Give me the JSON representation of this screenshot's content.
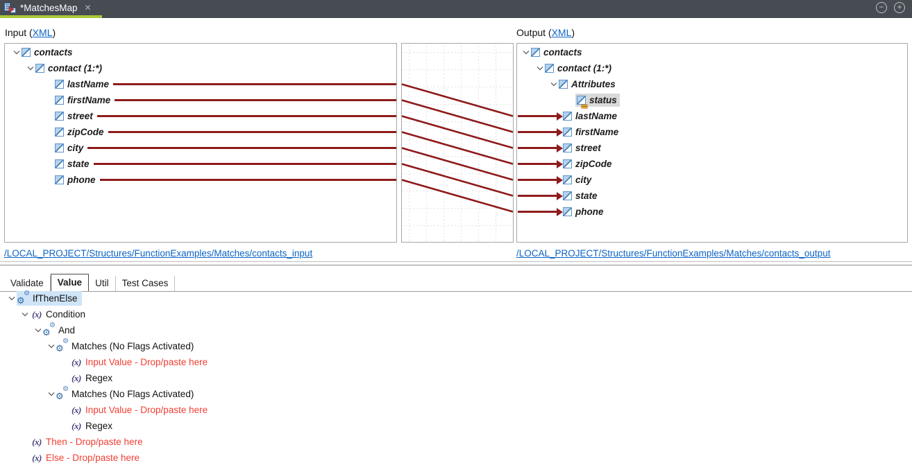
{
  "titlebar": {
    "tab_title": "*MatchesMap",
    "close_glyph": "✕",
    "zoom_out_glyph": "−",
    "zoom_in_glyph": "+"
  },
  "input": {
    "label_prefix": "Input (",
    "xml_link": "XML",
    "label_suffix": ")",
    "root": "contacts",
    "child": "contact (1:*)",
    "fields": [
      "lastName",
      "firstName",
      "street",
      "zipCode",
      "city",
      "state",
      "phone"
    ],
    "path": "/LOCAL_PROJECT/Structures/FunctionExamples/Matches/contacts_input"
  },
  "output": {
    "label_prefix": "Output (",
    "xml_link": "XML",
    "label_suffix": ")",
    "root": "contacts",
    "child": "contact (1:*)",
    "attributes_group": "Attributes",
    "attribute": "status",
    "fields": [
      "lastName",
      "firstName",
      "street",
      "zipCode",
      "city",
      "state",
      "phone"
    ],
    "path": "/LOCAL_PROJECT/Structures/FunctionExamples/Matches/contacts_output"
  },
  "bottom": {
    "tabs": [
      {
        "label": "Validate",
        "active": false
      },
      {
        "label": "Value",
        "active": true
      },
      {
        "label": "Util",
        "active": false
      },
      {
        "label": "Test Cases",
        "active": false
      }
    ],
    "rows": [
      {
        "label": "IfThenElse",
        "icon": "function-gears",
        "level": 1,
        "selected": true
      },
      {
        "label": "Condition",
        "icon": "fx",
        "level": 2
      },
      {
        "label": "And",
        "icon": "function-gears",
        "level": 3
      },
      {
        "label": "Matches (No Flags Activated)",
        "icon": "function-gears",
        "level": 4
      },
      {
        "label": "Input Value - Drop/paste here",
        "icon": "fx",
        "level": 5,
        "red": true
      },
      {
        "label": "Regex",
        "icon": "fx",
        "level": 5
      },
      {
        "label": "Matches (No Flags Activated)",
        "icon": "function-gears",
        "level": 4
      },
      {
        "label": "Input Value - Drop/paste here",
        "icon": "fx",
        "level": 5,
        "red": true
      },
      {
        "label": "Regex",
        "icon": "fx",
        "level": 5
      },
      {
        "label": "Then - Drop/paste here",
        "icon": "fx",
        "level": 2,
        "red": true
      },
      {
        "label": "Else - Drop/paste here",
        "icon": "fx",
        "level": 2,
        "red": true
      }
    ],
    "fx_glyph": "(x)",
    "gear_glyph": "⚙"
  },
  "colors": {
    "accent_green": "#a9c637",
    "connection_maroon": "#8e1b1b",
    "link_blue": "#0b63c5",
    "error_red": "#f03e33",
    "selection_blue": "#cfe4f7",
    "selection_gray": "#d9d9d9",
    "titlebar_bg": "#474b52"
  }
}
